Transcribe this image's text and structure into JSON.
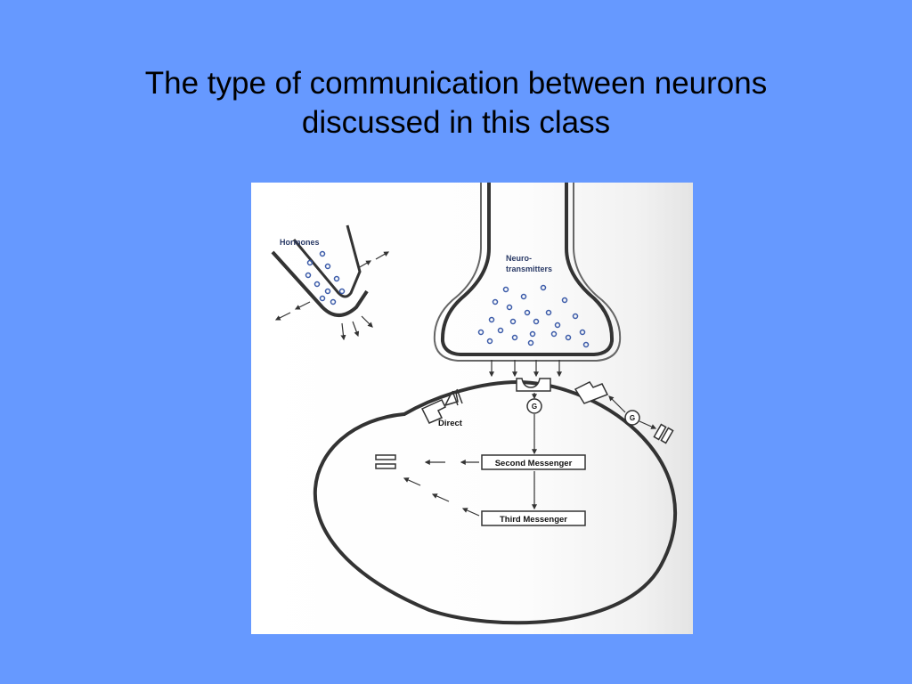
{
  "slide": {
    "title_line1": "The type of communication between neurons",
    "title_line2": "discussed in this class"
  },
  "diagram": {
    "hormones_label": "Hormones",
    "neurotransmitters_label_line1": "Neuro-",
    "neurotransmitters_label_line2": "transmitters",
    "direct_label": "Direct",
    "g_protein_label": "G",
    "second_messenger_label": "Second Messenger",
    "third_messenger_label": "Third Messenger",
    "colors": {
      "background": "#6699ff",
      "vesicle_dot": "#3a5aa8",
      "stroke": "#333333"
    }
  }
}
